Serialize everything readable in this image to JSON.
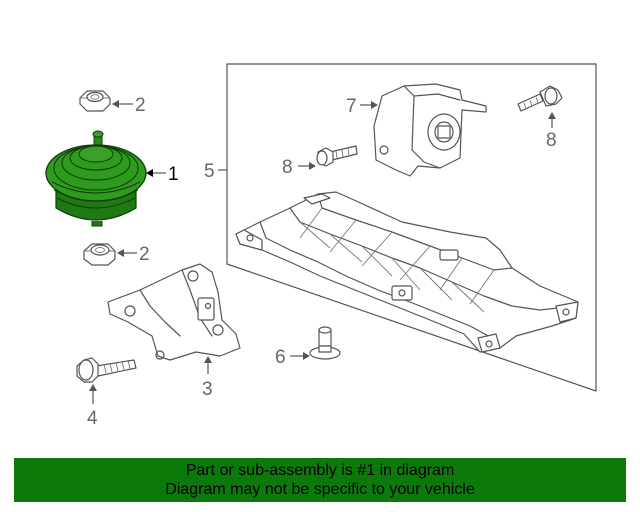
{
  "diagram": {
    "callouts": {
      "c1": "1",
      "c2a": "2",
      "c2b": "2",
      "c3": "3",
      "c4": "4",
      "c5": "5",
      "c6": "6",
      "c7": "7",
      "c8a": "8",
      "c8b": "8"
    },
    "highlight_color": "#0b7a0b",
    "line_color": "#555555"
  },
  "banner": {
    "line1": "Part or sub-assembly is #1 in diagram",
    "line2": "Diagram may not be specific to your vehicle",
    "background": "#0b7a0b"
  }
}
